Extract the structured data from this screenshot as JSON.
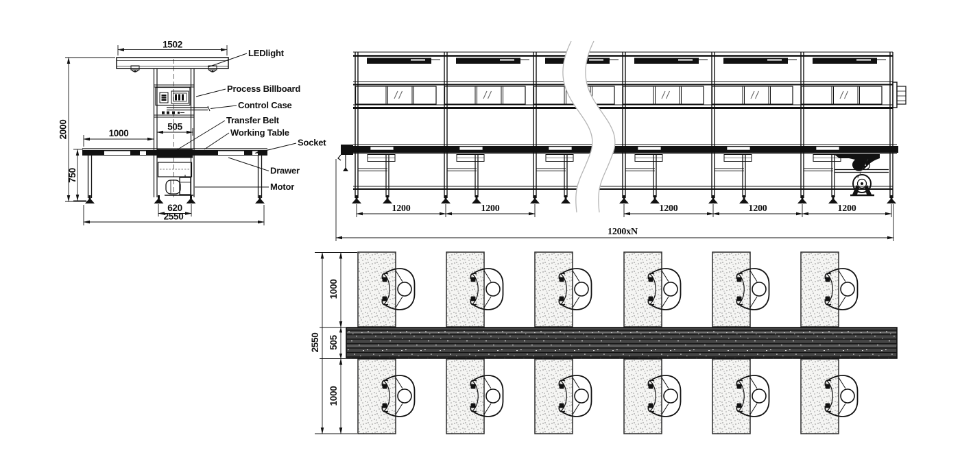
{
  "side_view": {
    "labels": {
      "led_light": "LEDlight",
      "process_billboard": "Process Billboard",
      "control_case": "Control Case",
      "transfer_belt": "Transfer Belt",
      "working_table": "Working Table",
      "socket": "Socket",
      "drawer": "Drawer",
      "motor": "Motor"
    },
    "dims": {
      "canopy_width": "1502",
      "overall_height": "2000",
      "table_wing_width": "1000",
      "belt_width": "505",
      "table_height": "750",
      "stand_width": "620",
      "overall_width": "2550"
    }
  },
  "elevation_view": {
    "bay_dims": [
      "1200",
      "1200",
      "1200",
      "1200",
      "1200"
    ],
    "total_dim": "1200xN"
  },
  "plan_view": {
    "dims": {
      "overall_depth": "2550",
      "upper_bench_depth": "1000",
      "belt_width": "505",
      "lower_bench_depth": "1000"
    }
  },
  "colors": {
    "line": "#111111",
    "break_edge": "#b5b5b5",
    "belt_dark": "#454545",
    "table_stipple_bg": "#f5f5f3"
  }
}
